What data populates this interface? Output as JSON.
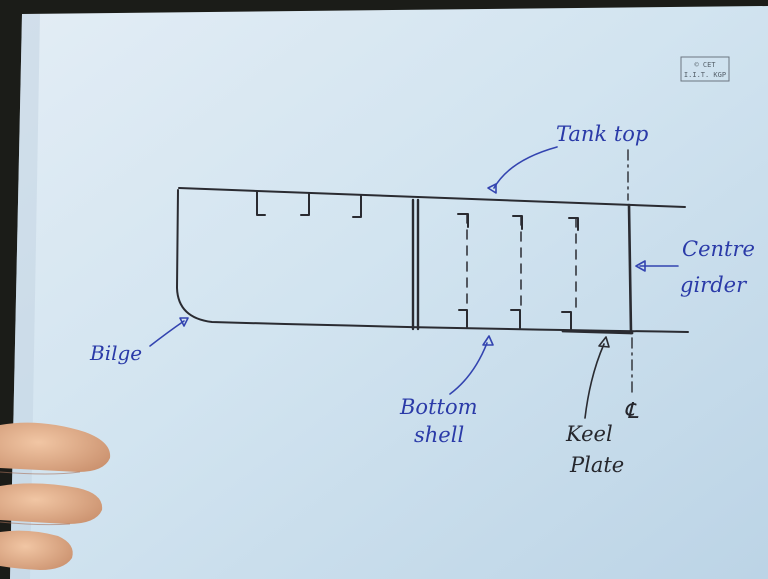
{
  "stamp": {
    "line1": "© CET",
    "line2": "I.I.T. KGP"
  },
  "labels": {
    "tank_top": "Tank top",
    "centre_girder_1": "Centre",
    "centre_girder_2": "girder",
    "bilge": "Bilge",
    "bottom_shell_1": "Bottom",
    "bottom_shell_2": "shell",
    "keel_plate_1": "Keel",
    "keel_plate_2": "Plate",
    "centreline_symbol": "℄"
  },
  "colors": {
    "paper": "#cfe2ef",
    "blue_ink": "#3344b0",
    "black_ink": "#2a2b31",
    "skin": "#e2b08e"
  }
}
